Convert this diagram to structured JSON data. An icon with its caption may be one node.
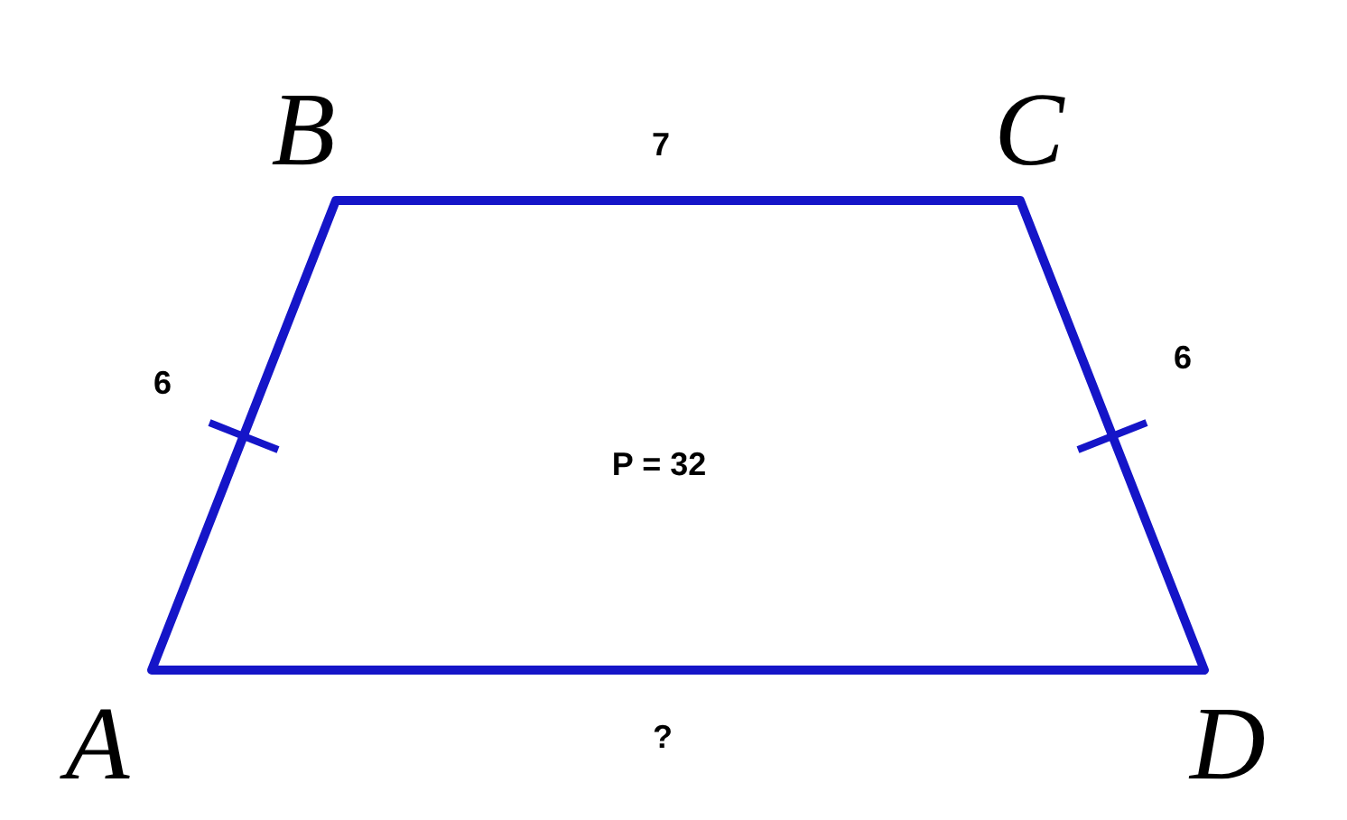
{
  "diagram": {
    "labels": [
      "B",
      "7",
      "C",
      "6",
      "6",
      "P = 32",
      "A",
      "?",
      "D"
    ]
  }
}
